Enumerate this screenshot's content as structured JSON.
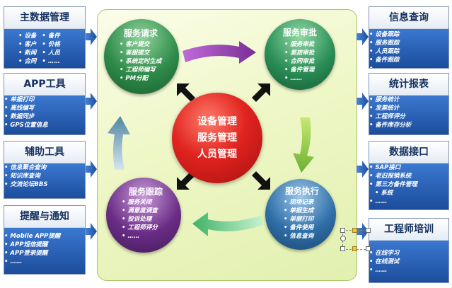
{
  "left_boxes": [
    {
      "title": "主数据管理",
      "col1": [
        "设备",
        "客户",
        "新闻",
        "合同"
      ],
      "col2": [
        "备件",
        "价格",
        "人员",
        "……"
      ]
    },
    {
      "title": "APP工具",
      "items": [
        "单据打印",
        "离线编写",
        "数据同步",
        "GPS位置信息"
      ]
    },
    {
      "title": "辅助工具",
      "items": [
        "信息聚合查询",
        "知识库查询",
        "交流论坛BBS"
      ]
    },
    {
      "title": "提醒与通知",
      "items": [
        "Mobile APP提醒",
        "APP短信提醒",
        "APP登录提醒",
        "……"
      ]
    }
  ],
  "right_boxes": [
    {
      "title": "信息查询",
      "items": [
        "设备跟踪",
        "服务跟踪",
        "人员跟踪",
        "备件跟踪",
        "……"
      ]
    },
    {
      "title": "统计报表",
      "items": [
        "服务统计",
        "发票统计",
        "工程师评分",
        "备件库存分析"
      ]
    },
    {
      "title": "数据接口",
      "items": [
        "SAP接口",
        "老旧报销系统",
        "第三方备件管理",
        "系统",
        "……"
      ]
    },
    {
      "title": "工程师培训",
      "items": [
        "在线学习",
        "在线测试",
        "……"
      ]
    }
  ],
  "center": {
    "lines": [
      "设备管理",
      "服务管理",
      "人员管理"
    ]
  },
  "stages": {
    "request": {
      "title": "服务请求",
      "items": [
        "客户提交",
        "客服提交",
        "系统定时生成",
        "工程师编写",
        "PM分配"
      ]
    },
    "approve": {
      "title": "服务审批",
      "items": [
        "服务审批",
        "差旅审批",
        "合同审批",
        "备件管理",
        "……"
      ]
    },
    "execute": {
      "title": "服务执行",
      "items": [
        "现场记录",
        "单据生成",
        "单据打印",
        "备件使用",
        "信息查询"
      ]
    },
    "track": {
      "title": "服务跟踪",
      "items": [
        "服务关闭",
        "满意度调查",
        "投诉处理",
        "工程师评分",
        "……"
      ]
    }
  },
  "colors": {
    "request": "#2e8b4a",
    "approve": "#2a8e57",
    "execute": "#2f6fa8",
    "track": "#6a2d86",
    "center": "#d32020",
    "arrow_cycle_top": "#8a3ea5",
    "arrow_cycle_right": "#7fc241",
    "arrow_cycle_bottom": "#5ec27a",
    "arrow_cycle_left": "#5b8fa8"
  }
}
